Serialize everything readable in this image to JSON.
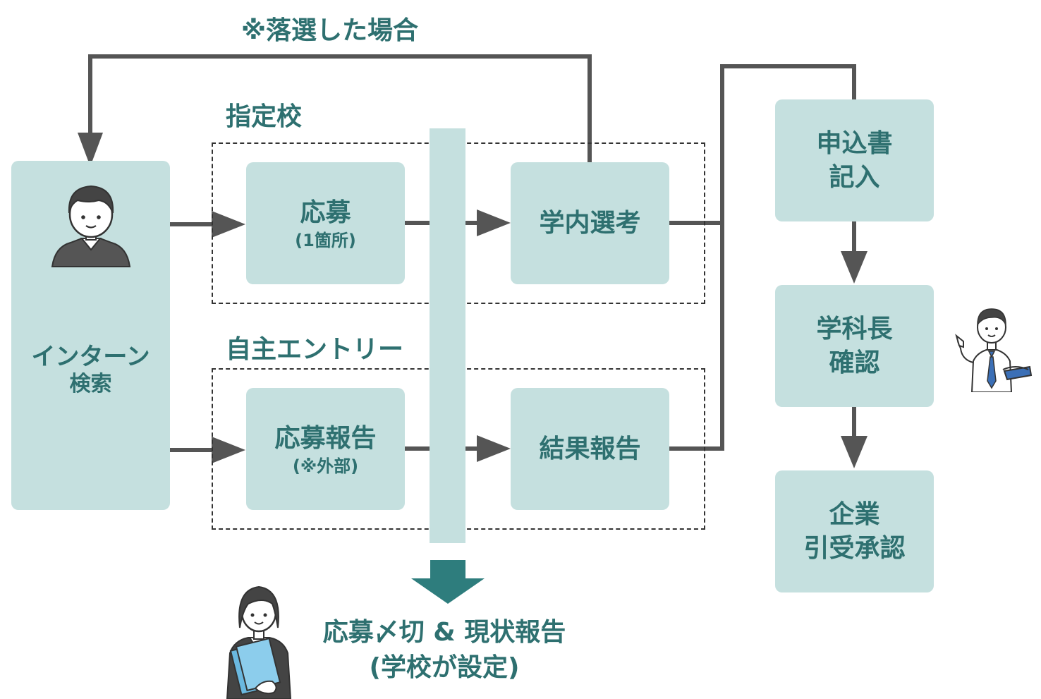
{
  "colors": {
    "box": "#c5e0df",
    "text": "#2e7070",
    "line": "#555555",
    "arrow_down": "#2e7d7d"
  },
  "labels": {
    "rejected": "※落選した場合",
    "designated": "指定校",
    "self_entry": "自主エントリー"
  },
  "boxes": {
    "intern_search": {
      "line1": "インターン",
      "line2": "検索"
    },
    "apply": {
      "title": "応募",
      "sub": "(1箇所)"
    },
    "internal_selection": {
      "title": "学内選考"
    },
    "apply_report": {
      "title": "応募報告",
      "sub": "(※外部)"
    },
    "result_report": {
      "title": "結果報告"
    },
    "application_form": {
      "line1": "申込書",
      "line2": "記入"
    },
    "dept_head": {
      "line1": "学科長",
      "line2": "確認"
    },
    "company": {
      "line1": "企業",
      "line2": "引受承認"
    }
  },
  "bottom": {
    "line1": "応募〆切 & 現状報告",
    "line2": "(学校が設定)"
  },
  "icons": [
    "student-male-icon",
    "teacher-icon",
    "student-female-icon"
  ]
}
